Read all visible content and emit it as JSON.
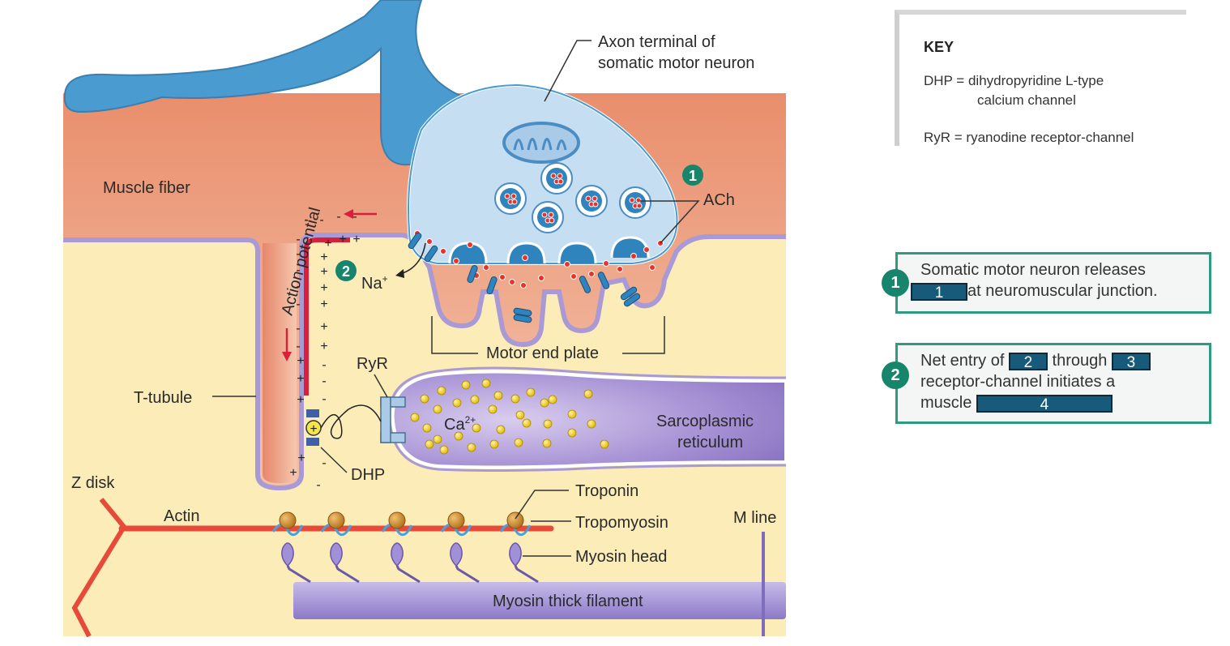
{
  "diagram": {
    "labels": {
      "axon_terminal": [
        "Axon terminal of",
        "somatic motor neuron"
      ],
      "muscle_fiber": "Muscle fiber",
      "ach": "ACh",
      "action_potential": "Action potential",
      "na": "Na",
      "na_sup": "+",
      "motor_end_plate": "Motor end plate",
      "ryr": "RyR",
      "t_tubule": "T-tubule",
      "ca": "Ca",
      "ca_sup": "2+",
      "sarcoplasmic": [
        "Sarcoplasmic",
        "reticulum"
      ],
      "dhp": "DHP",
      "z_disk": "Z disk",
      "actin": "Actin",
      "troponin": "Troponin",
      "tropomyosin": "Tropomyosin",
      "m_line": "M line",
      "myosin_head": "Myosin head",
      "myosin_thick": "Myosin thick filament",
      "plus_sign": "+"
    },
    "step_badges": [
      "1",
      "2"
    ]
  },
  "key": {
    "title": "KEY",
    "dhp_line1": "DHP = dihydropyridine L-type",
    "dhp_line2": "calcium channel",
    "ryr_line": "RyR = ryanodine receptor-channel"
  },
  "steps": [
    {
      "number": "1",
      "text_a": "Somatic motor neuron releases",
      "blank_1": "1",
      "text_b": "at neuromuscular junction."
    },
    {
      "number": "2",
      "text_a": "Net entry of",
      "blank_2": "2",
      "text_b": "through",
      "blank_3": "3",
      "text_c": "receptor-channel initiates a",
      "text_d": "muscle",
      "blank_4": "4"
    }
  ],
  "colors": {
    "muscle_fiber": "#eea98a",
    "cytoplasm": "#fbecb8",
    "membrane": "#a99ad6",
    "neuron": "#4a9bcf",
    "neuron_light": "#c6def2",
    "action_potential_red": "#d9203a",
    "step_green": "#17856b",
    "blank_fill": "#175a7a",
    "calcium": "#f0d020",
    "sr_purple": "#9e8ad0",
    "actin": "#e84a3a",
    "troponin": "#c98a2a"
  }
}
